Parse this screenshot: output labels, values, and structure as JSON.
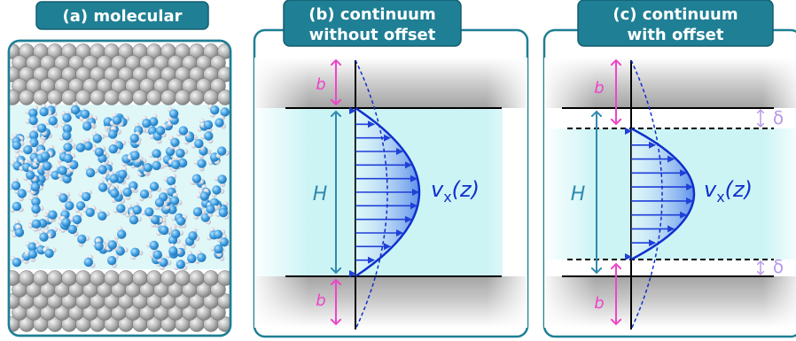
{
  "panels": [
    {
      "title_lines": [
        "(a) molecular"
      ]
    },
    {
      "title_lines": [
        "(b) continuum",
        "without offset"
      ]
    },
    {
      "title_lines": [
        "(c) continuum",
        "with offset"
      ]
    }
  ],
  "labels": {
    "slip_length": "b",
    "channel_width": "H",
    "velocity_base": "v",
    "velocity_sub": "x",
    "velocity_arg": "(z)",
    "offset": "δ"
  },
  "colors": {
    "title_bg": "#1f7f94",
    "panel_border": "#1f7f94",
    "fluid": "#ccf4f5",
    "flow_arrow": "#1f3fd8",
    "profile": "#1030cc",
    "slip_arrow": "#ee44c8",
    "width_arrow": "#2f8ab0",
    "offset_mark": "#b79be8",
    "wall_shade": "#9a9a9a",
    "water_o": "#3e9fe2",
    "water_h": "#e8e8f0",
    "wall_atom": "#a9a9a9"
  },
  "icons": [
    "water-molecule",
    "wall-atom"
  ]
}
